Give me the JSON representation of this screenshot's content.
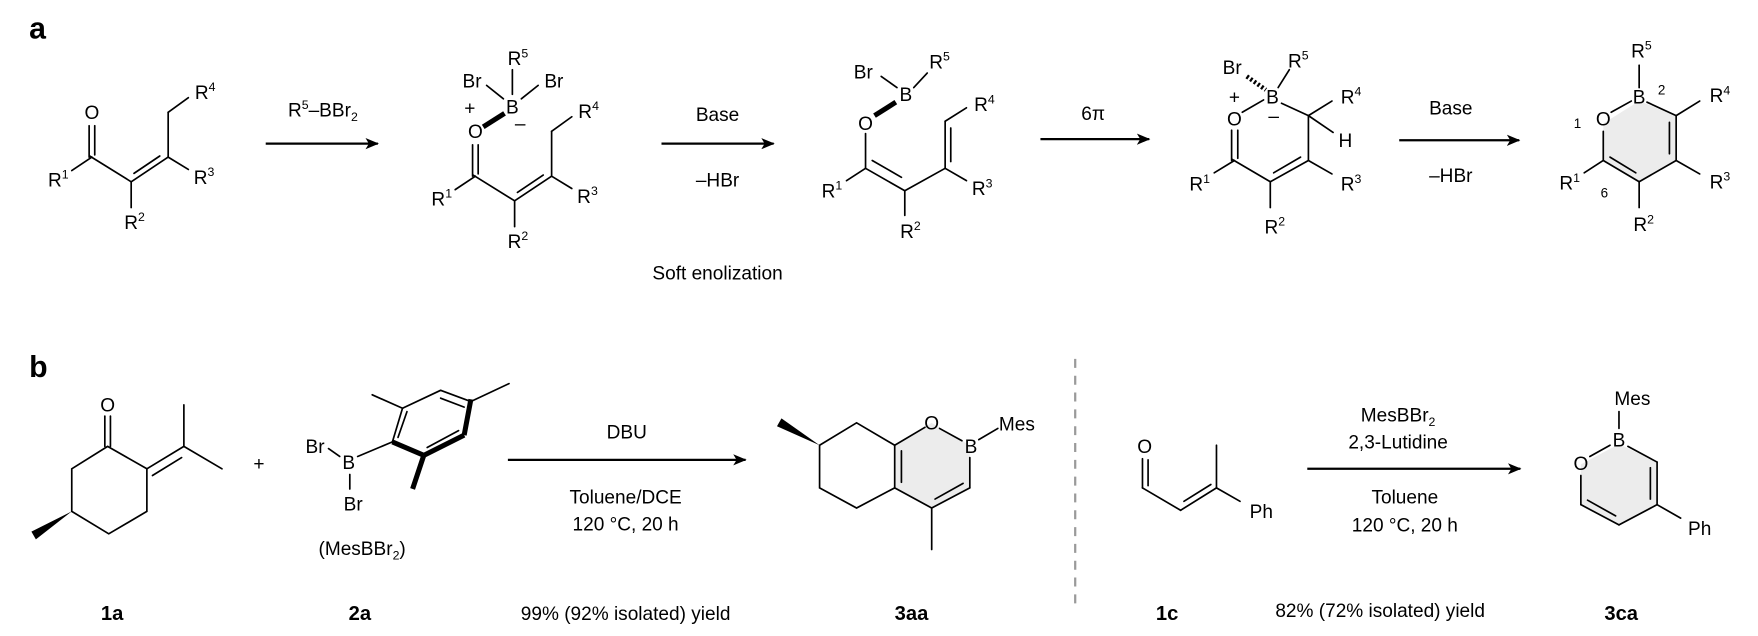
{
  "panels": {
    "a": "a",
    "b": "b"
  },
  "atoms": {
    "R": "R",
    "O": "O",
    "B": "B",
    "Br": "Br",
    "H": "H",
    "Mes": "Mes",
    "Ph": "Ph"
  },
  "sup": {
    "1": "1",
    "2": "2",
    "3": "3",
    "4": "4",
    "5": "5"
  },
  "ring_numbering": {
    "pos1": "1",
    "pos2": "2",
    "pos6": "6"
  },
  "charges": {
    "plus": "+",
    "minus": "–"
  },
  "part_a": {
    "step1_reagent": {
      "R": "R",
      "sup": "5",
      "rest": "–BBr",
      "sub": "2"
    },
    "step2_top": "Base",
    "step2_bottom": "–HBr",
    "step2_caption": "Soft enolization",
    "step3_top": "6π",
    "step4_top": "Base",
    "step4_bottom": "–HBr"
  },
  "part_b": {
    "reaction1": {
      "reagent_top": "DBU",
      "conditions": [
        "Toluene/DCE",
        "120 °C, 20 h"
      ],
      "yield": "99% (92% isolated) yield"
    },
    "reaction2": {
      "reagent_top": {
        "base": "MesBBr",
        "sub": "2"
      },
      "reagent_second": "2,3-Lutidine",
      "conditions": [
        "Toluene",
        "120 °C, 20 h"
      ],
      "yield": "82% (72% isolated) yield"
    },
    "compounds": {
      "1a": "1a",
      "2a": "2a",
      "2a_name": {
        "base": "(MesBBr",
        "sub": "2",
        "close": ")"
      },
      "3aa": "3aa",
      "1c": "1c",
      "3ca": "3ca"
    }
  }
}
